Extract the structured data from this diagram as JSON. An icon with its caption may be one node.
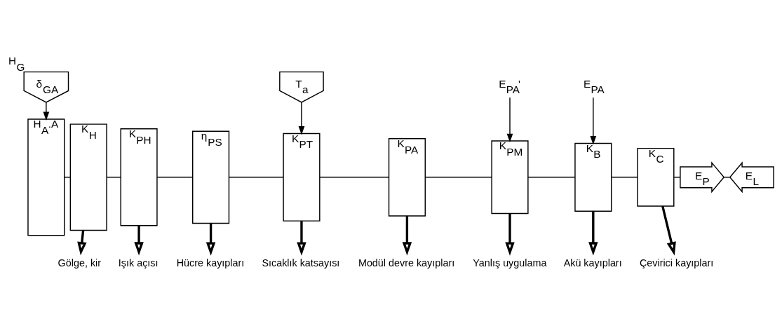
{
  "diagram": {
    "nodes": [
      {
        "text": [
          "δ$_{GA}$"
        ],
        "beside": [
          "H$_{G}$"
        ]
      },
      {
        "text": [
          "T$_{a}$"
        ]
      },
      {
        "text": [
          "E$_{PA}$'"
        ]
      },
      {
        "text": [
          "E$_{PA}$"
        ]
      },
      {
        "text": [
          "H$_{A}$.A"
        ]
      },
      {
        "text": [
          "K$_{H}$"
        ]
      },
      {
        "text": [
          "K$_{PH}$"
        ]
      },
      {
        "text": [
          "η$_{PS}$"
        ]
      },
      {
        "text": [
          "K$_{PT}$"
        ]
      },
      {
        "text": [
          "K$_{PA}$"
        ]
      },
      {
        "text": [
          "K$_{PM}$"
        ]
      },
      {
        "text": [
          "K$_{B}$"
        ]
      },
      {
        "text": [
          "K$_{C}$"
        ]
      },
      {
        "text": [
          "E$_{P}$"
        ]
      },
      {
        "text": [
          "E$_{L}$"
        ]
      },
      {
        "text": [
          "Gölge, kir"
        ]
      },
      {
        "text": [
          "Işık açısı"
        ]
      },
      {
        "text": [
          "Hücre kayıpları"
        ]
      },
      {
        "text": [
          "Sıcaklık katsayısı"
        ]
      },
      {
        "text": [
          "Modül devre kayıpları"
        ]
      },
      {
        "text": [
          "Yanlış uygulama"
        ]
      },
      {
        "text": [
          "Akü kayıpları"
        ]
      },
      {
        "text": [
          "Çevirici kayıpları"
        ]
      }
    ],
    "edges": [
      {
        "from": 0,
        "to": 4,
        "arrow": "to"
      },
      {
        "from": 1,
        "to": 8,
        "arrow": "to"
      },
      {
        "from": 2,
        "to": 10,
        "arrow": "to"
      },
      {
        "from": 3,
        "to": 11,
        "arrow": "to"
      },
      {
        "from": 4,
        "to": 5,
        "arrow": "none"
      },
      {
        "from": 5,
        "to": 6,
        "arrow": "none"
      },
      {
        "from": 6,
        "to": 7,
        "arrow": "none"
      },
      {
        "from": 7,
        "to": 8,
        "arrow": "none"
      },
      {
        "from": 8,
        "to": 9,
        "arrow": "none"
      },
      {
        "from": 9,
        "to": 10,
        "arrow": "none"
      },
      {
        "from": 10,
        "to": 11,
        "arrow": "none"
      },
      {
        "from": 11,
        "to": 12,
        "arrow": "none"
      },
      {
        "from": 12,
        "to": 13,
        "arrow": "none"
      },
      {
        "from": 13,
        "to": 14,
        "arrow": "none"
      },
      {
        "from": 5,
        "to": 15,
        "arrow": "to",
        "style": "thick"
      },
      {
        "from": 6,
        "to": 16,
        "arrow": "to",
        "style": "thick"
      },
      {
        "from": 7,
        "to": 17,
        "arrow": "to",
        "style": "thick"
      },
      {
        "from": 8,
        "to": 18,
        "arrow": "to",
        "style": "thick"
      },
      {
        "from": 9,
        "to": 19,
        "arrow": "to",
        "style": "thick"
      },
      {
        "from": 10,
        "to": 20,
        "arrow": "to",
        "style": "thick"
      },
      {
        "from": 11,
        "to": 21,
        "arrow": "to",
        "style": "thick"
      },
      {
        "from": 12,
        "to": 22,
        "arrow": "to",
        "style": "thick"
      }
    ]
  }
}
